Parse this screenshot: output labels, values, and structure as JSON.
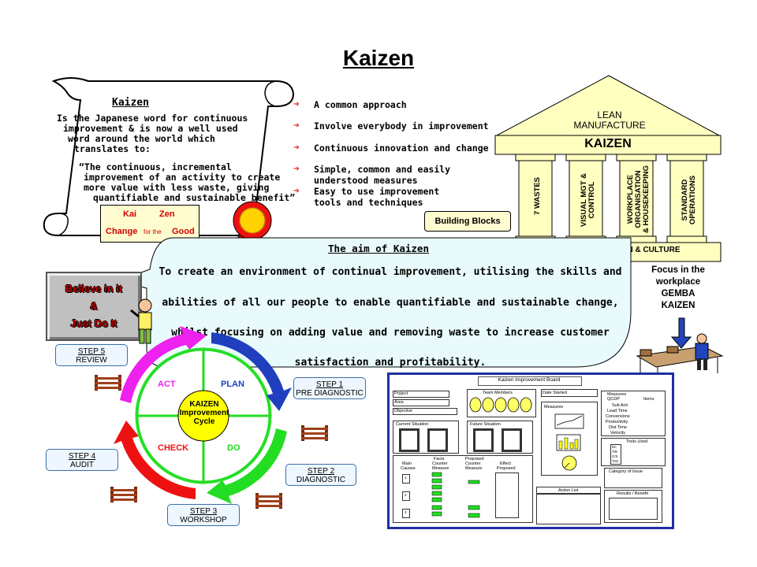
{
  "title": "Kaizen",
  "scroll": {
    "heading": "Kaizen",
    "lines": [
      "Is the Japanese word for continuous",
      "improvement & is now a well used",
      "word around the world which",
      "translates to:"
    ],
    "quote_lines": [
      "“The continuous, incremental",
      "improvement of an activity to create",
      "more value with less waste, giving",
      "quantifiable and sustainable benefit”"
    ],
    "kai": "Kai",
    "zen": "Zen",
    "change": "Change",
    "for_the": "for the",
    "good": "Good"
  },
  "bullets": [
    "A common approach",
    "Involve everybody in improvement",
    "Continuous innovation and change",
    "Simple, common and easily understood measures",
    "Easy to use improvement tools and techniques"
  ],
  "building_blocks": "Building Blocks",
  "temple": {
    "roof_line1": "LEAN",
    "roof_line2": "MANUFACTURE",
    "beam": "KAIZEN",
    "pillars": [
      [
        "7 WASTES"
      ],
      [
        "VISUAL MGT &",
        "CONTROL"
      ],
      [
        "WORKPLACE",
        "ORGANISATION",
        "& HOUSEKEEPING"
      ],
      [
        "STANDARD",
        "OPERATIONS"
      ]
    ],
    "base": "PEOPLE, ORGANISATION & CULTURE"
  },
  "aim": {
    "title": "The aim of Kaizen",
    "lines": [
      "To create an environment of continual improvement, utilising the skills and",
      "abilities of all our people to enable quantifiable and sustainable change,",
      "whilst focusing on adding value and removing waste to increase customer",
      "satisfaction and profitability."
    ]
  },
  "believe": {
    "line1": "Believe in it",
    "line2": "&",
    "line3": "Just Do It"
  },
  "focus": {
    "lines": [
      "Focus in the",
      "workplace",
      "GEMBA",
      "KAIZEN"
    ]
  },
  "cycle": {
    "center_line1": "KAIZEN",
    "center_line2": "Improvement",
    "center_line3": "Cycle",
    "act": "ACT",
    "plan": "PLAN",
    "check": "CHECK",
    "do": "DO",
    "colors": {
      "plan": "#1f3fbf",
      "do": "#22dd22",
      "check": "#ee1111",
      "act": "#ee22ee",
      "center": "#ffff00",
      "inner": "#ffffff"
    }
  },
  "steps": [
    {
      "line1": "STEP 1",
      "line2": "PRE DIAGNOSTIC"
    },
    {
      "line1": "STEP 2",
      "line2": "DIAGNOSTIC"
    },
    {
      "line1": "STEP 3",
      "line2": "WORKSHOP"
    },
    {
      "line1": "STEP 4",
      "line2": "AUDIT"
    },
    {
      "line1": "STEP 5",
      "line2": "REVIEW"
    }
  ],
  "board": {
    "title": "Kaizen Improvement Board",
    "project": "Project",
    "area": "Area",
    "objective": "Objective",
    "team_members": "Team Members",
    "date_started": "Date Started",
    "measures": "Measures",
    "current_situation": "Current Situation",
    "future_situation": "Future Situation",
    "main_causes": [
      "Main",
      "Causes"
    ],
    "facts_counter": [
      "Facts",
      "Counter",
      "Measure"
    ],
    "proposed_counter": [
      "Proposed",
      "Counter",
      "Measure"
    ],
    "effect_proposed": [
      "Effect",
      "Proposed"
    ],
    "action_list": "Action List",
    "measures_qcdp": [
      "Measures",
      "QCDP"
    ],
    "qcdp_items": [
      "Sub Ach",
      "Lead Time",
      "Conversions",
      "Productivity",
      "Dist Time",
      "Velocity"
    ],
    "items": "Items",
    "tools_used": "Tools Used",
    "tools": [
      "5C",
      "7W",
      "C/S",
      "TAK"
    ],
    "category_of_issue": "Category of Issue",
    "results_benefit": "Results / Benefit",
    "numbers": [
      "1",
      "2",
      "3"
    ]
  }
}
